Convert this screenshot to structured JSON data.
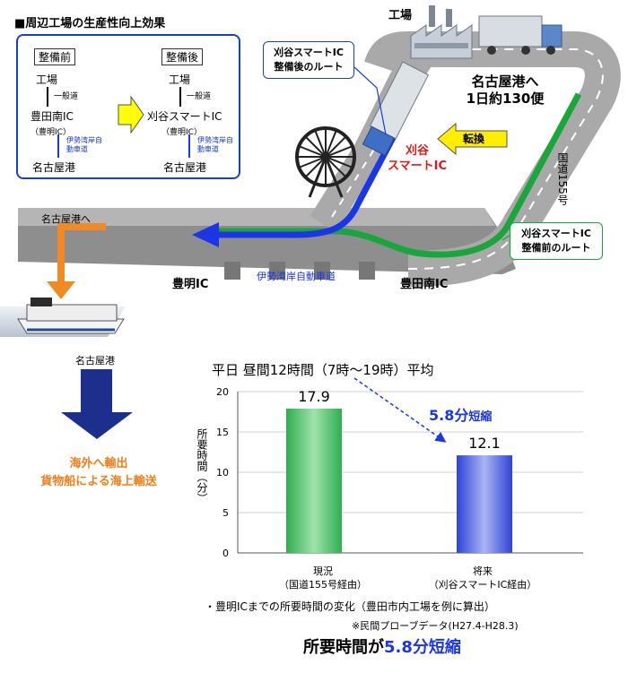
{
  "header": {
    "title": "■周辺工場の生産性向上効果"
  },
  "before_box": {
    "title": "整備前",
    "factory": "工場",
    "road1": "一般道",
    "ic": "豊田南IC",
    "via": "（豊明IC）",
    "road2": "伊勢湾岸自動車道",
    "dest": "名古屋港"
  },
  "after_box": {
    "title": "整備後",
    "factory": "工場",
    "road1": "一般道",
    "ic": "刈谷スマートIC",
    "via": "（豊明IC）",
    "road2": "伊勢湾岸自動車道",
    "dest": "名古屋港"
  },
  "map": {
    "factory_label": "工場",
    "after_route_callout": "刈谷スマートIC\n整備後のルート",
    "nagoya_trips": "名古屋港へ\n1日約130便",
    "switch_label": "転換",
    "kariya_ic": "刈谷\nスマートIC",
    "route155": "国道155号",
    "before_route_callout": "刈谷スマートIC\n整備前のルート",
    "to_nagoya": "名古屋港へ",
    "isewan": "伊勢湾岸自動車道",
    "toyoake_ic": "豊明IC",
    "toyotaminami_ic": "豊田南IC",
    "nagoya_port": "名古屋港",
    "export": "海外へ輸出\n貨物船による海上輸送"
  },
  "colors": {
    "before_route": "#19a63c",
    "after_route": "#1a36e6",
    "arrow_orange": "#f08a24",
    "arrow_navy": "#1c2f8c",
    "callout_border": "#1a3fd0"
  },
  "chart_data": {
    "type": "bar",
    "title": "平日 昼間12時間（7時～19時）平均",
    "ylabel": "所要時間（分）",
    "ylim": [
      0,
      20
    ],
    "yticks": [
      0,
      5,
      10,
      15,
      20
    ],
    "categories": [
      "現況\n（国道155号経由）",
      "将来\n（刈谷スマートIC経由）"
    ],
    "values": [
      17.9,
      12.1
    ],
    "value_labels": [
      "17.9",
      "12.1"
    ],
    "bar_colors": [
      "#3bbd5a",
      "#3a4de0"
    ],
    "annotation": "5.8分短縮",
    "annotation_num": "5.8分",
    "annotation_unit": "短縮"
  },
  "footer": {
    "note1": "・豊明ICまでの所要時間の変化（豊田市内工場を例に算出）",
    "note2": "※民間プローブデータ(H27.4-H28.3)",
    "summary_prefix": "所要時間が",
    "summary_value": "5.8分短縮"
  }
}
